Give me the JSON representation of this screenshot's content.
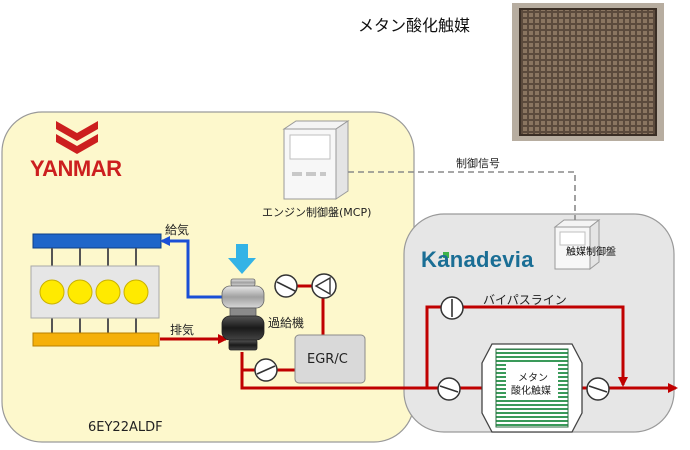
{
  "catalyst_photo_title": "メタン酸化触媒",
  "yanmar_logo": "YANMAR",
  "kanadevia_logo": "Kanadevia",
  "engine_model": "6EY22ALDF",
  "labels": {
    "supply_air": "給気",
    "exhaust": "排気",
    "turbocharger": "過給機",
    "egr_cooler": "EGR/C",
    "engine_control_panel": "エンジン制御盤(MCP)",
    "control_signal": "制御信号",
    "catalyst_control_panel": "触媒制御盤",
    "bypass_line": "バイパスライン",
    "catalyst_unit_line1": "メタン",
    "catalyst_unit_line2": "酸化触媒"
  },
  "colors": {
    "yanmar_red": "#cc1f1f",
    "engine_panel_bg": "#fdf8cc",
    "kanadevia_panel_bg": "#e6e6e6",
    "kanadevia_text": "#1a6e95",
    "kanadevia_accent": "#3eb24a",
    "supply_line": "#1a4fd6",
    "exhaust_line": "#c00000",
    "supply_manifold": "#1f66c9",
    "exhaust_manifold": "#f5b00a",
    "cylinder": "#ffea00",
    "injection_arrow": "#33b3e6",
    "catalyst_green": "#3a9a5a"
  },
  "icons": [
    "valve-icon",
    "pump-icon",
    "turbocharger-icon",
    "control-panel-icon",
    "catalyst-icon"
  ]
}
